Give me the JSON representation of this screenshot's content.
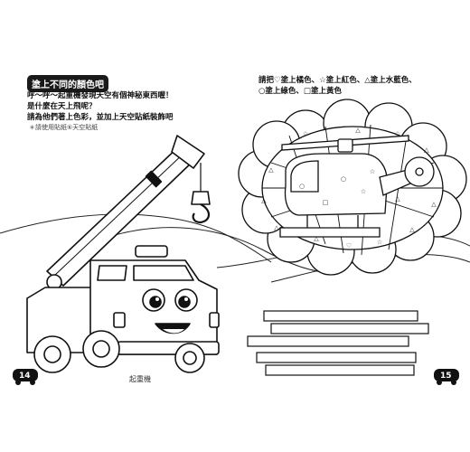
{
  "left_page": {
    "title": "塗上不同的顏色吧",
    "line1": "呼～呼～起重機發現天空有個神秘東西喔！",
    "line2": "是什麼在天上飛呢？",
    "line3": "請為他們著上色彩，並加上天空貼紙裝飾吧",
    "note": "＊請使用貼紙⑥天空貼紙",
    "caption": "起重機",
    "page_number": "14"
  },
  "right_page": {
    "instruction_line1": "請把♡塗上橘色、☆塗上紅色、△塗上水藍色、",
    "instruction_line2": "○塗上綠色、□塗上黃色",
    "page_number": "15"
  },
  "colors": {
    "ink": "#1a1a1a",
    "paper": "#ffffff"
  }
}
